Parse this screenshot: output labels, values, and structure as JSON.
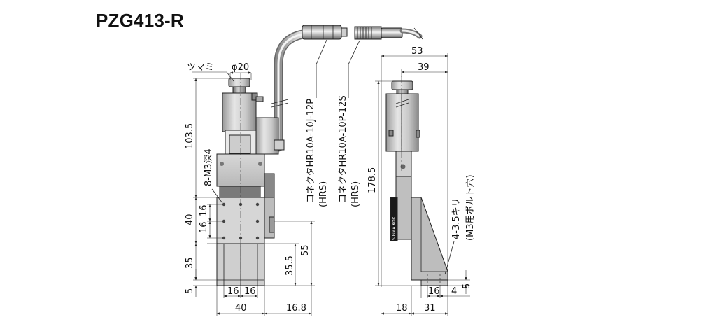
{
  "title": "PZG413-R",
  "labels": {
    "knob": "ツマミ",
    "phi20": "φ20",
    "tap": "8-M3深4",
    "connector1": "コネクタHR10A-10J-12P",
    "connector1_maker": "(HRS)",
    "connector2": "コネクタHR10A-10P-12S",
    "connector2_maker": "(HRS)",
    "drill": "4-3.5キリ",
    "drill_note": "(M3用ボルト穴)",
    "side_logo": "SIGMA KOKI"
  },
  "dimensions": {
    "d103_5": "103.5",
    "d40_left": "40",
    "d16_a": "16",
    "d16_b": "16",
    "d35": "35",
    "d5_left": "5",
    "d16_bottom_a": "16",
    "d16_bottom_b": "16",
    "d40_bottom": "40",
    "d16_8": "16.8",
    "d35_5": "35.5",
    "d55": "55",
    "d53": "53",
    "d39": "39",
    "d178_5": "178.5",
    "d18": "18",
    "d31": "31",
    "d16_right": "16",
    "d4_right": "4",
    "d5_right": "5"
  }
}
